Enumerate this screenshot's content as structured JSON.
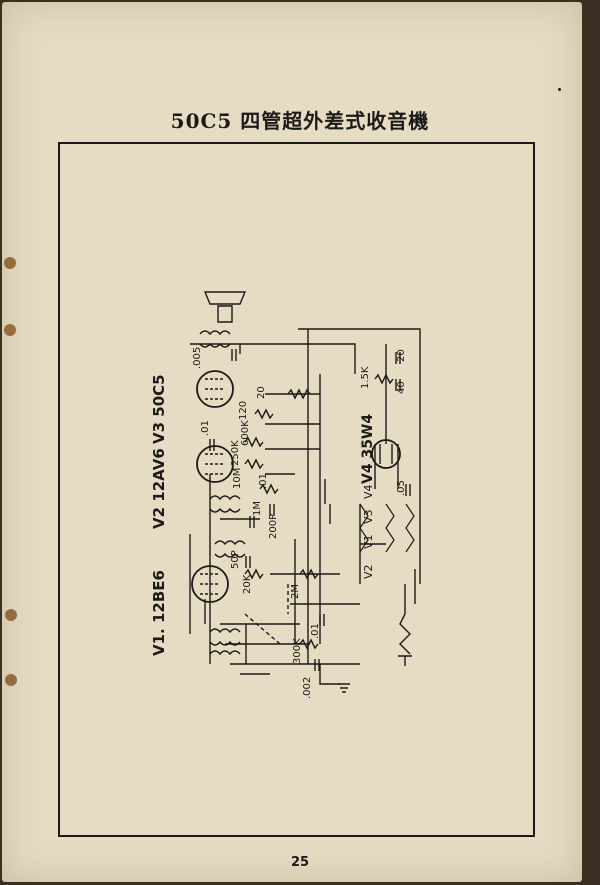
{
  "title": "50C5 四管超外差式收音機",
  "page_number": "25",
  "tubes": {
    "v1": {
      "label": "V1. 12BE6"
    },
    "v2": {
      "label": "V2 12AV6"
    },
    "v3": {
      "label": "V3 50C5"
    },
    "v4": {
      "label": "V4 35W4"
    }
  },
  "components": {
    "c005": ".005",
    "r120": "120",
    "c20a": "20",
    "c01a": ".01",
    "r600k": "600K",
    "r250k": "250K",
    "r10m": "10M",
    "c01b": ".01",
    "r1m": "1M",
    "c200p": "200P",
    "c50p": "50P",
    "r20k": "20K",
    "r2m": "2M",
    "c01c": ".01",
    "r300k": "300K",
    "c002": ".002",
    "r15k": "1.5K",
    "c20b": "20",
    "c40": "40",
    "c05": ".05"
  },
  "heater_chain": {
    "v1": "V1",
    "v3": "V3",
    "v4": "V4",
    "v2": "V2"
  }
}
